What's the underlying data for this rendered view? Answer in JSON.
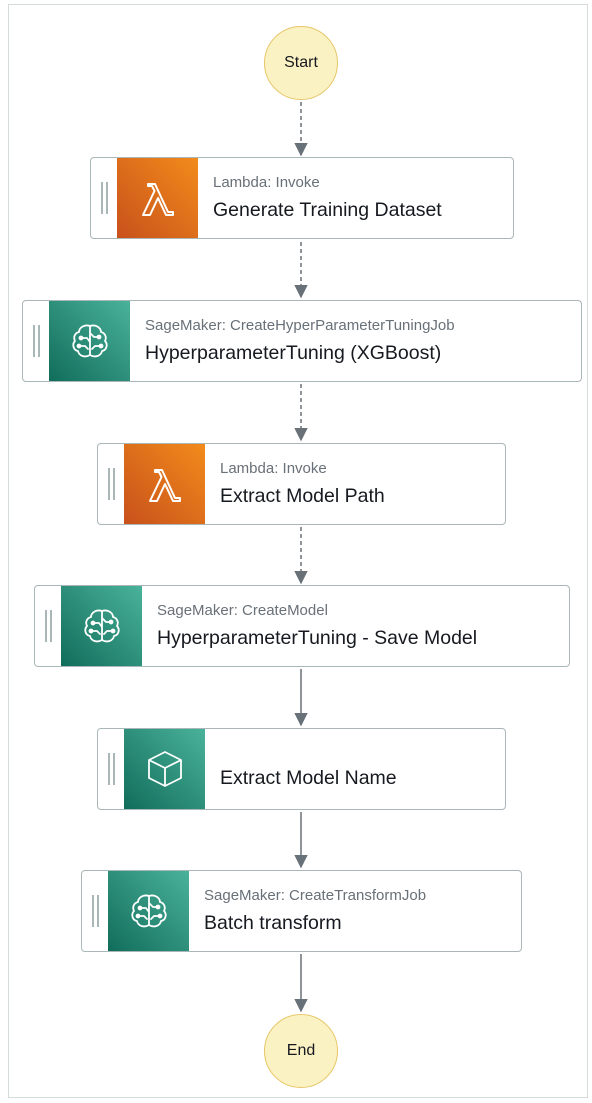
{
  "workflow": {
    "start_label": "Start",
    "end_label": "End",
    "states": [
      {
        "type": "Lambda: Invoke",
        "name": "Generate Training Dataset",
        "icon": "lambda-icon"
      },
      {
        "type": "SageMaker: CreateHyperParameterTuningJob",
        "name": "HyperparameterTuning (XGBoost)",
        "icon": "sagemaker-brain-icon"
      },
      {
        "type": "Lambda: Invoke",
        "name": "Extract Model Path",
        "icon": "lambda-icon"
      },
      {
        "type": "SageMaker: CreateModel",
        "name": "HyperparameterTuning - Save Model",
        "icon": "sagemaker-brain-icon"
      },
      {
        "type": "",
        "name": "Extract Model Name",
        "icon": "cube-icon"
      },
      {
        "type": "SageMaker: CreateTransformJob",
        "name": "Batch transform",
        "icon": "sagemaker-brain-icon"
      }
    ]
  },
  "colors": {
    "lambda_orange": "#e7701e",
    "sagemaker_green": "#1f8a73",
    "terminal_fill": "#fbf2c4",
    "edge": "#687078"
  }
}
